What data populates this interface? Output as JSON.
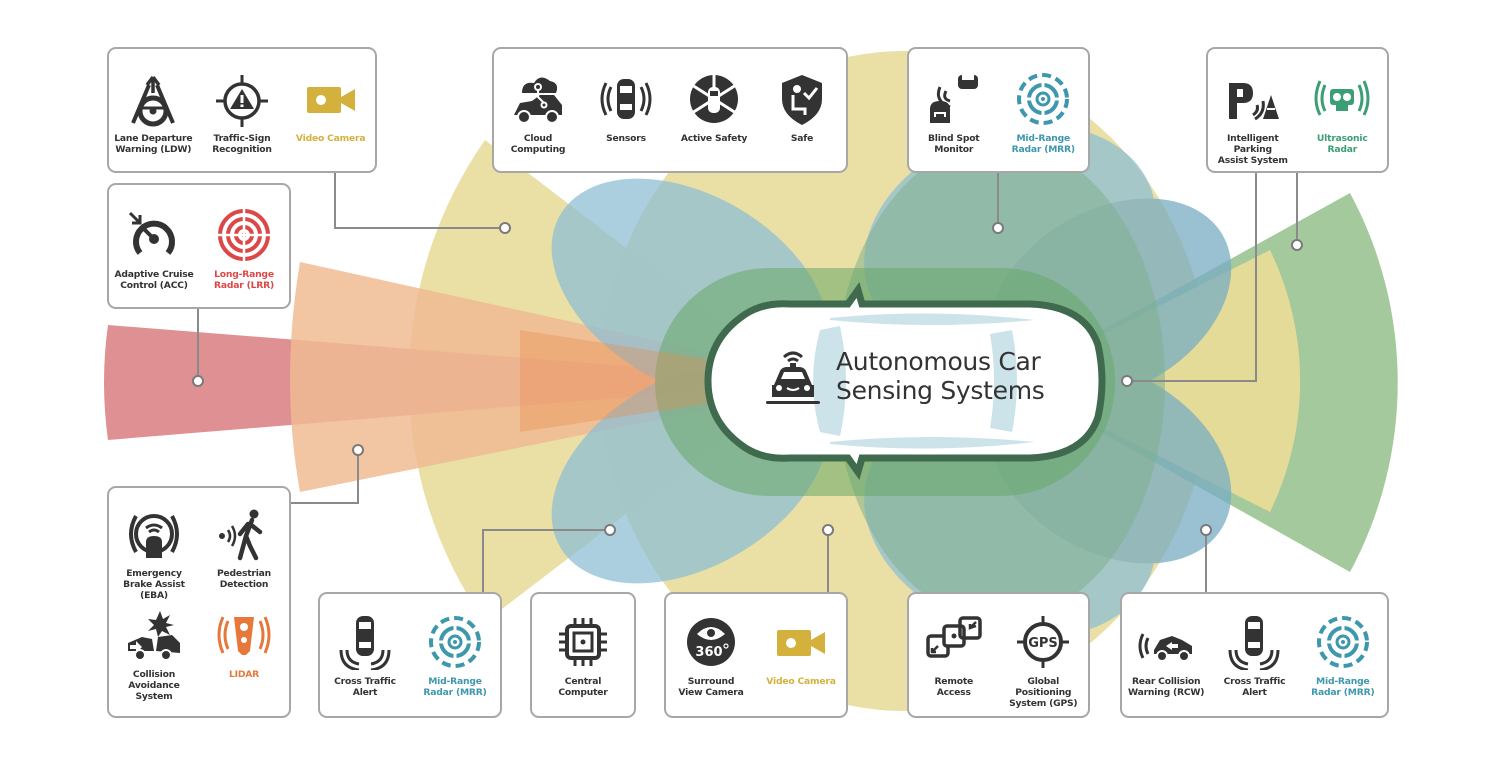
{
  "title": "Autonomous Car\nSensing Systems",
  "colors": {
    "icon_dark": "#333333",
    "video_camera": "#d4b13c",
    "mid_range_radar": "#3d97ad",
    "long_range_radar": "#dc4848",
    "lidar": "#e5783a",
    "ultrasonic": "#3c9e74",
    "zone_yellow": "#e8dc9a",
    "zone_blue": "#8fbfd5",
    "zone_green": "#8dbb84",
    "zone_red": "#dc8a8d",
    "zone_orange": "#f0bb93",
    "car_outline": "#3f6a4d"
  },
  "boxes": {
    "top_left": [
      {
        "icon": "lane-departure-icon",
        "label": "Lane Departure\nWarning (LDW)",
        "tone": "dark"
      },
      {
        "icon": "traffic-sign-icon",
        "label": "Traffic-Sign\nRecognition",
        "tone": "dark"
      },
      {
        "icon": "video-camera-icon",
        "label": "Video Camera",
        "tone": "yellow"
      }
    ],
    "acc": [
      {
        "icon": "adaptive-cruise-icon",
        "label": "Adaptive Cruise\nControl (ACC)",
        "tone": "dark"
      },
      {
        "icon": "long-range-radar-icon",
        "label": "Long-Range\nRadar (LRR)",
        "tone": "red"
      }
    ],
    "top_center": [
      {
        "icon": "cloud-computing-icon",
        "label": "Cloud\nComputing",
        "tone": "dark"
      },
      {
        "icon": "sensors-icon",
        "label": "Sensors",
        "tone": "dark"
      },
      {
        "icon": "active-safety-icon",
        "label": "Active Safety",
        "tone": "dark"
      },
      {
        "icon": "safe-shield-icon",
        "label": "Safe",
        "tone": "dark"
      }
    ],
    "blind_spot": [
      {
        "icon": "blind-spot-icon",
        "label": "Blind Spot\nMonitor",
        "tone": "dark"
      },
      {
        "icon": "mid-range-radar-icon",
        "label": "Mid-Range\nRadar (MRR)",
        "tone": "teal"
      }
    ],
    "parking": [
      {
        "icon": "parking-assist-icon",
        "label": "Intelligent Parking\nAssist System",
        "tone": "dark"
      },
      {
        "icon": "ultrasonic-radar-icon",
        "label": "Ultrasonic\nRadar",
        "tone": "green"
      }
    ],
    "left_bottom": [
      {
        "icon": "emergency-brake-icon",
        "label": "Emergency\nBrake Assist (EBA)",
        "tone": "dark"
      },
      {
        "icon": "pedestrian-icon",
        "label": "Pedestrian\nDetection",
        "tone": "dark"
      },
      {
        "icon": "collision-avoidance-icon",
        "label": "Collision\nAvoidance System",
        "tone": "dark"
      },
      {
        "icon": "lidar-icon",
        "label": "LIDAR",
        "tone": "orange"
      }
    ],
    "cross_traffic_front": [
      {
        "icon": "cross-traffic-icon",
        "label": "Cross Traffic\nAlert",
        "tone": "dark"
      },
      {
        "icon": "mid-range-radar-icon",
        "label": "Mid-Range\nRadar (MRR)",
        "tone": "teal"
      }
    ],
    "central_computer": [
      {
        "icon": "cpu-chip-icon",
        "label": "Central\nComputer",
        "tone": "dark"
      }
    ],
    "surround": [
      {
        "icon": "camera-360-icon",
        "label": "Surround\nView Camera",
        "tone": "dark"
      },
      {
        "icon": "video-camera-icon",
        "label": "Video Camera",
        "tone": "yellow"
      }
    ],
    "remote_gps": [
      {
        "icon": "remote-access-icon",
        "label": "Remote\nAccess",
        "tone": "dark"
      },
      {
        "icon": "gps-icon",
        "label": "Global Positioning\nSystem (GPS)",
        "tone": "dark"
      }
    ],
    "rear": [
      {
        "icon": "rear-collision-icon",
        "label": "Rear Collision\nWarning (RCW)",
        "tone": "dark"
      },
      {
        "icon": "cross-traffic-icon",
        "label": "Cross Traffic\nAlert",
        "tone": "dark"
      },
      {
        "icon": "mid-range-radar-icon",
        "label": "Mid-Range\nRadar (MRR)",
        "tone": "teal"
      }
    ]
  }
}
